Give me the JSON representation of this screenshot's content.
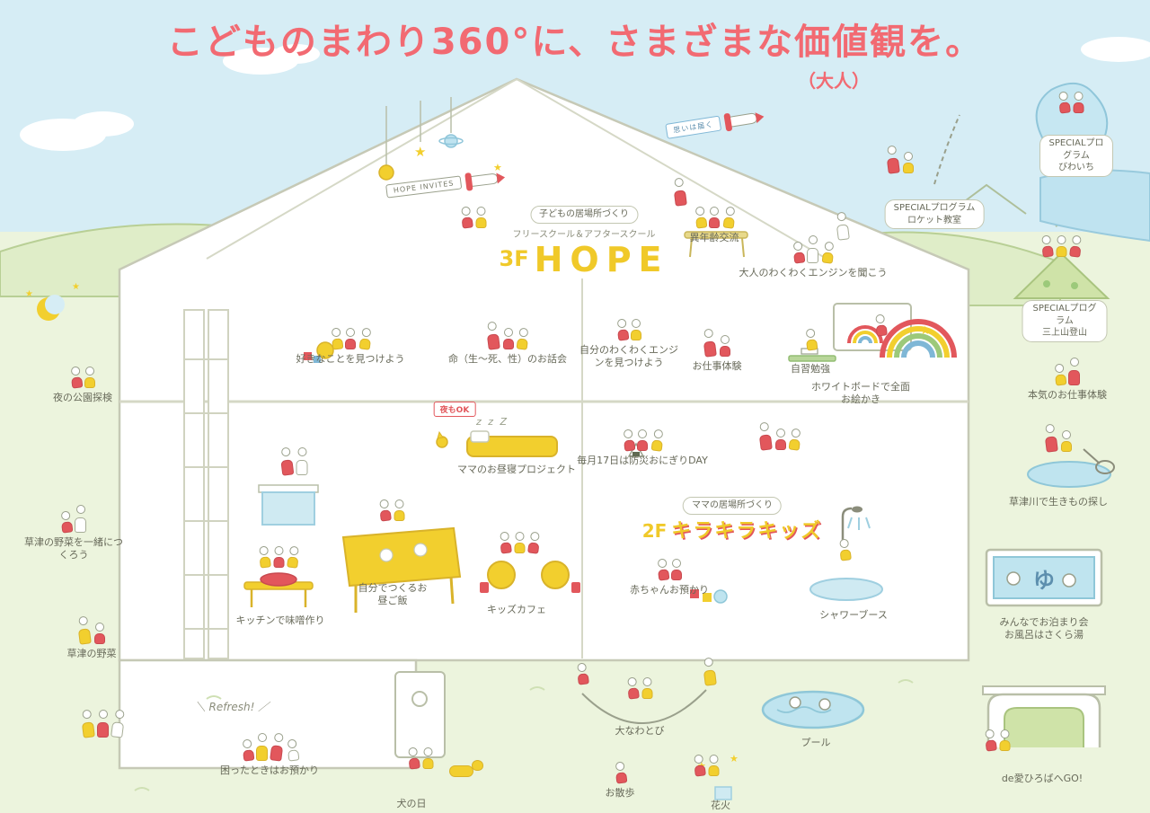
{
  "title": {
    "main": "こどものまわり360°に、さまざまな価値観を。",
    "note": "（大人）"
  },
  "banners": {
    "rocket_left": "HOPE INVITES",
    "rocket_right": "思いは届く",
    "night_ok": "夜もOK",
    "refresh": "＼ Refresh! ／",
    "zzz": "z z Z"
  },
  "floor3": {
    "tag": "3F",
    "name": "HOPE",
    "bubble": "子どもの居場所づくり",
    "subtitle": "フリースクール＆アフタースクール"
  },
  "floor2": {
    "tag": "2F",
    "name": "キラキラキッズ",
    "bubble": "ママの居場所づくり"
  },
  "bath": {
    "symbol": "ゆ"
  },
  "special_programs": {
    "biwaichi": {
      "top": "SPECIALプログラム",
      "bottom": "びわいち"
    },
    "rocket": {
      "top": "SPECIALプログラム",
      "bottom": "ロケット教室"
    },
    "mikami": {
      "top": "SPECIALプログラム",
      "bottom": "三上山登山"
    }
  },
  "activities": {
    "night_park": "夜の公園探検",
    "grow_veggies": "草津の野菜を一緒につくろう",
    "kusatsu_veggies": "草津の野菜",
    "trouble_care": "困ったときはお預かり",
    "find_likes": "好きなことを見つけよう",
    "life_talk": "命（生～死、性）のお話会",
    "find_engine": "自分のわくわくエンジンを見つけよう",
    "work_exp": "お仕事体験",
    "self_study": "自習勉強",
    "whiteboard": "ホワイトボードで全面お絵かき",
    "multi_age": "異年齢交流",
    "adult_engine": "大人のわくわくエンジンを聞こう",
    "mama_nap": "ママのお昼寝プロジェクト",
    "onigiri_day": "毎月17日は防災おにぎりDAY",
    "self_lunch": "自分でつくるお昼ご飯",
    "miso": "キッチンで味噌作り",
    "kids_cafe": "キッズカフェ",
    "baby_care": "赤ちゃんお預かり",
    "shower": "シャワーブース",
    "jump_rope": "大なわとび",
    "dog_day": "犬の日",
    "walk": "お散歩",
    "fireworks": "花火",
    "pool": "プール",
    "real_work": "本気のお仕事体験",
    "river": "草津川で生きもの探し",
    "sleepover": {
      "top": "みんなでお泊まり会",
      "bottom": "お風呂はさくら湯"
    },
    "deai": "de愛ひろばへGO!"
  }
}
